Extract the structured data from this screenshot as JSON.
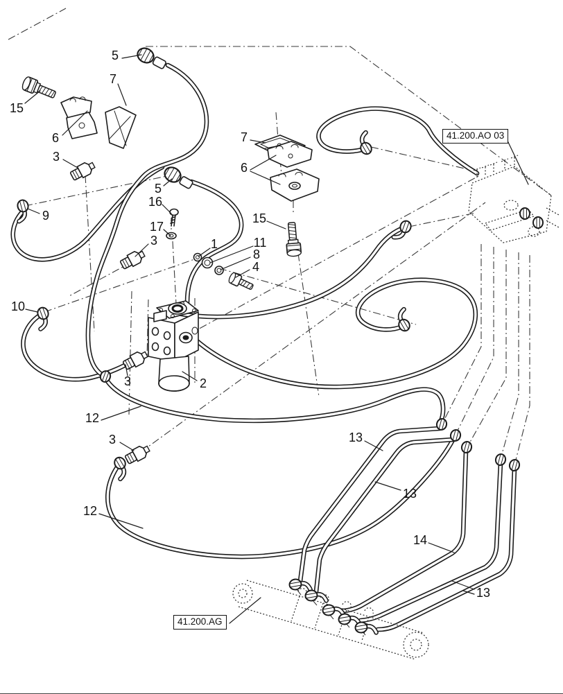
{
  "diagram": {
    "kind": "hydraulic steering hose parts diagram"
  },
  "colors": {
    "line": "#1c1c1c",
    "background": "#ffffff"
  },
  "reference_boxes": [
    {
      "label": "41.200.AO 03"
    },
    {
      "label": "41.200.AG"
    }
  ],
  "callouts": [
    {
      "text": "5"
    },
    {
      "text": "15"
    },
    {
      "text": "6"
    },
    {
      "text": "3"
    },
    {
      "text": "7"
    },
    {
      "text": "9"
    },
    {
      "text": "10"
    },
    {
      "text": "5"
    },
    {
      "text": "16"
    },
    {
      "text": "17"
    },
    {
      "text": "3"
    },
    {
      "text": "1"
    },
    {
      "text": "11"
    },
    {
      "text": "8"
    },
    {
      "text": "4"
    },
    {
      "text": "7"
    },
    {
      "text": "6"
    },
    {
      "text": "15"
    },
    {
      "text": "2"
    },
    {
      "text": "3"
    },
    {
      "text": "12"
    },
    {
      "text": "3"
    },
    {
      "text": "12"
    },
    {
      "text": "13"
    },
    {
      "text": "13"
    },
    {
      "text": "14"
    },
    {
      "text": "13"
    }
  ]
}
